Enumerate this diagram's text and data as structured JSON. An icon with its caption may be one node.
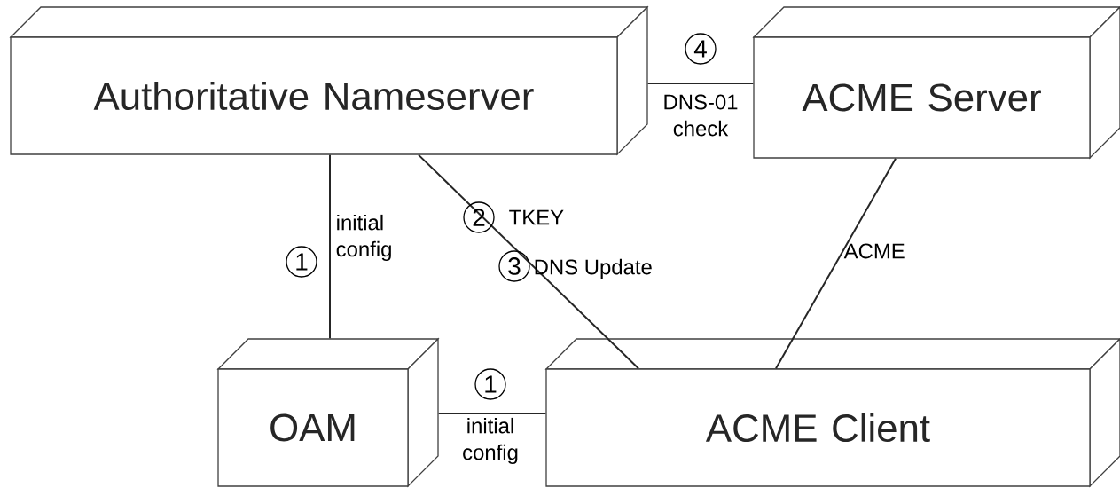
{
  "diagram": {
    "nodes": [
      {
        "text": [
          "Authoritative Nameserver"
        ]
      },
      {
        "text": [
          "ACME Server"
        ]
      },
      {
        "text": [
          "OAM"
        ]
      },
      {
        "text": [
          "ACME Client"
        ]
      }
    ],
    "edges": [
      {
        "from": 0,
        "to": 2,
        "arrow": "none",
        "label": "initial config"
      },
      {
        "from": 2,
        "to": 3,
        "arrow": "none",
        "label": "initial config"
      },
      {
        "from": 0,
        "to": 3,
        "arrow": "none",
        "label": "TKEY"
      },
      {
        "from": 0,
        "to": 1,
        "arrow": "none",
        "label": "DNS-01 check"
      },
      {
        "from": 1,
        "to": 3,
        "arrow": "none",
        "label": "ACME"
      }
    ],
    "labels": [
      "4",
      "2",
      "1",
      "3",
      "DNS Update",
      "1"
    ]
  }
}
